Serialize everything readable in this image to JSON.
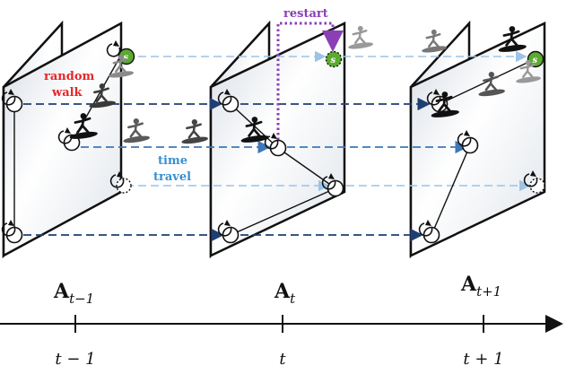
{
  "labels": {
    "random_walk_line1": "random",
    "random_walk_line2": "walk",
    "time_travel_line1": "time",
    "time_travel_line2": "travel",
    "restart": "restart",
    "seed_badge": "s"
  },
  "matrices": [
    {
      "base": "A",
      "sub": "t−1"
    },
    {
      "base": "A",
      "sub": "t"
    },
    {
      "base": "A",
      "sub": "t+1"
    }
  ],
  "timeline": {
    "ticks": [
      "t − 1",
      "t",
      "t + 1"
    ]
  },
  "colors": {
    "random_walk": "#e8262a",
    "time_travel": "#3a8fd0",
    "restart": "#8a3fb5",
    "seed": "#5aab2e",
    "dashed_dark": "#1f3f73",
    "dashed_mid": "#3d78b8",
    "dashed_light": "#9cc4e6"
  },
  "icons": [
    "surfer-icon",
    "self-loop-icon",
    "seed-node-icon"
  ]
}
